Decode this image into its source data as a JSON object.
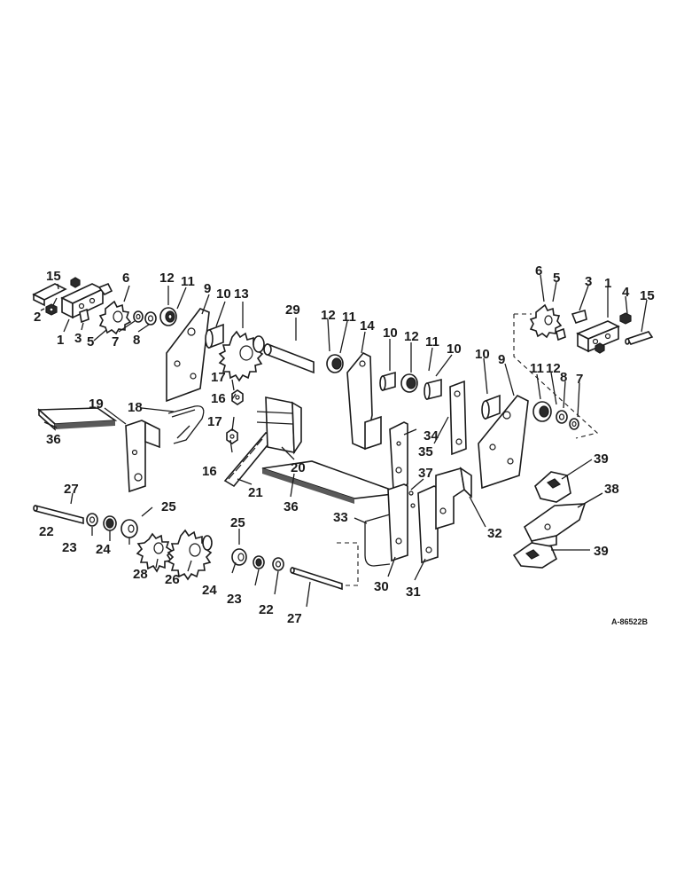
{
  "reference_number": "A-86522B",
  "callouts": {
    "c1": "1",
    "c2": "2",
    "c3": "3",
    "c4": "4",
    "c5": "5",
    "c6": "6",
    "c7": "7",
    "c8": "8",
    "c9": "9",
    "c10": "10",
    "c11": "11",
    "c12": "12",
    "c13": "13",
    "c14": "14",
    "c15": "15",
    "c16": "16",
    "c17": "17",
    "c18": "18",
    "c19": "19",
    "c20": "20",
    "c21": "21",
    "c22": "22",
    "c23": "23",
    "c24": "24",
    "c25": "25",
    "c26": "26",
    "c27": "27",
    "c28": "28",
    "c29": "29",
    "c30": "30",
    "c31": "31",
    "c32": "32",
    "c33": "33",
    "c34": "34",
    "c35": "35",
    "c36": "36",
    "c37": "37",
    "c38": "38",
    "c39": "39"
  }
}
